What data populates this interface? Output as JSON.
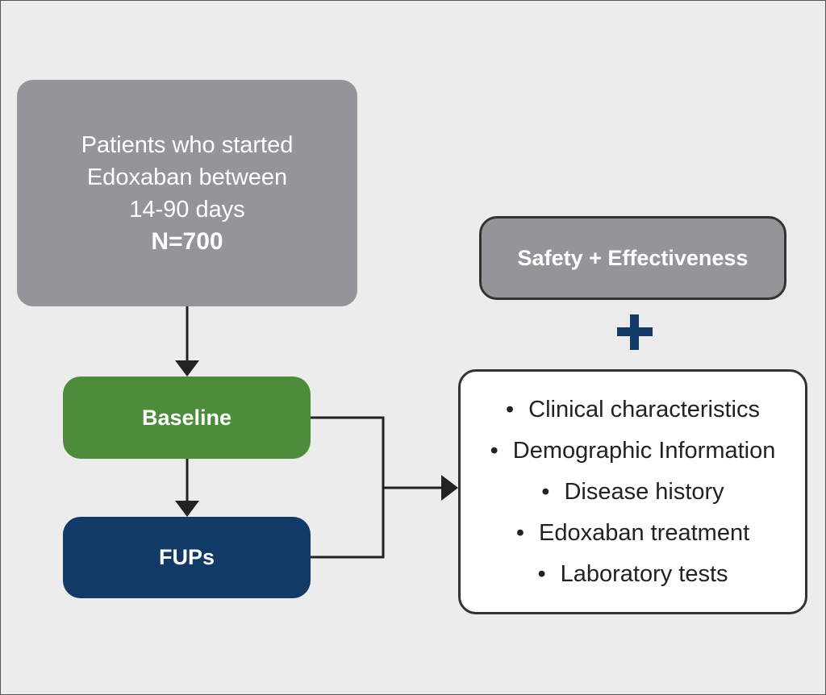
{
  "patients": {
    "lines": [
      "Patients who started",
      "Edoxaban between",
      "14-90 days"
    ],
    "count": "N=700"
  },
  "baseline": {
    "label": "Baseline"
  },
  "fups": {
    "label": "FUPs"
  },
  "outcomes": {
    "label": "Safety + Effectiveness",
    "plus_icon": "plus-icon"
  },
  "variables": {
    "items": [
      "Clinical characteristics",
      "Demographic Information",
      "Disease history",
      "Edoxaban treatment",
      "Laboratory tests"
    ]
  },
  "colors": {
    "gray": "#939598",
    "green": "#4c8c3b",
    "navy": "#123a66"
  }
}
